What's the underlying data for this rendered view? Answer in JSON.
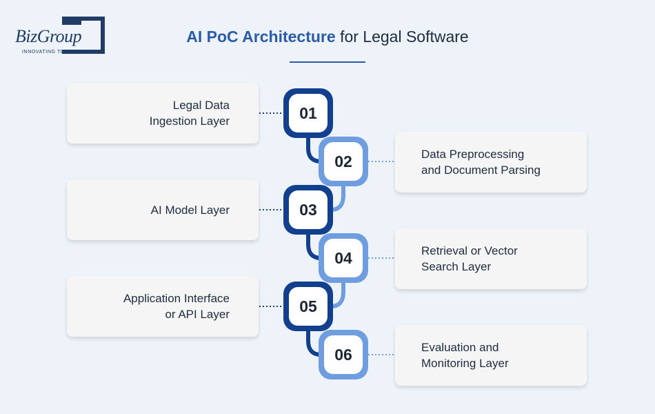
{
  "logo": {
    "wordmark": "BizGroup",
    "tagline": "INNOVATING TOGETHER"
  },
  "title": {
    "accent": "AI PoC Architecture",
    "rest": "for Legal Software"
  },
  "colors": {
    "accent": "#2a5ba8",
    "badge_dark": "#123f8e",
    "badge_light": "#6f9ee0",
    "background": "#eef3fa"
  },
  "steps": [
    {
      "number": "01",
      "label": "Legal Data\nIngestion Layer"
    },
    {
      "number": "02",
      "label": "Data Preprocessing\nand Document Parsing"
    },
    {
      "number": "03",
      "label": "AI Model Layer"
    },
    {
      "number": "04",
      "label": "Retrieval or Vector\nSearch Layer"
    },
    {
      "number": "05",
      "label": "Application Interface\nor API Layer"
    },
    {
      "number": "06",
      "label": "Evaluation and\nMonitoring Layer"
    }
  ]
}
